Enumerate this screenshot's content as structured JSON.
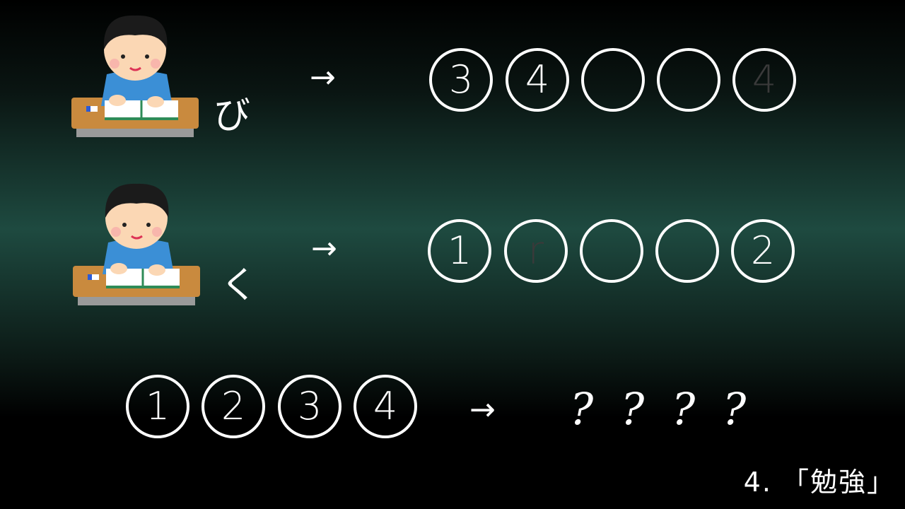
{
  "colors": {
    "chalk": "#ffffff",
    "faint_chalk": "#3a3a3a",
    "board_dark": "#000000",
    "board_green": "#1e4a40"
  },
  "rows": [
    {
      "icon": "studying-student-icon",
      "kana": "び",
      "arrow": "→",
      "circles": [
        {
          "text": "3",
          "faint": false
        },
        {
          "text": "4",
          "faint": false
        },
        {
          "text": "",
          "faint": false
        },
        {
          "text": "",
          "faint": false
        },
        {
          "text": "4",
          "faint": true
        }
      ]
    },
    {
      "icon": "studying-student-icon",
      "kana": "く",
      "arrow": "→",
      "circles": [
        {
          "text": "1",
          "faint": false
        },
        {
          "text": "r",
          "faint": true
        },
        {
          "text": "",
          "faint": false
        },
        {
          "text": "",
          "faint": false
        },
        {
          "text": "2",
          "faint": false
        }
      ]
    }
  ],
  "bottom": {
    "circles": [
      "1",
      "2",
      "3",
      "4"
    ],
    "arrow": "→",
    "questions": [
      "?",
      "?",
      "?",
      "?"
    ]
  },
  "footer": {
    "label": "4. 「勉強」"
  }
}
